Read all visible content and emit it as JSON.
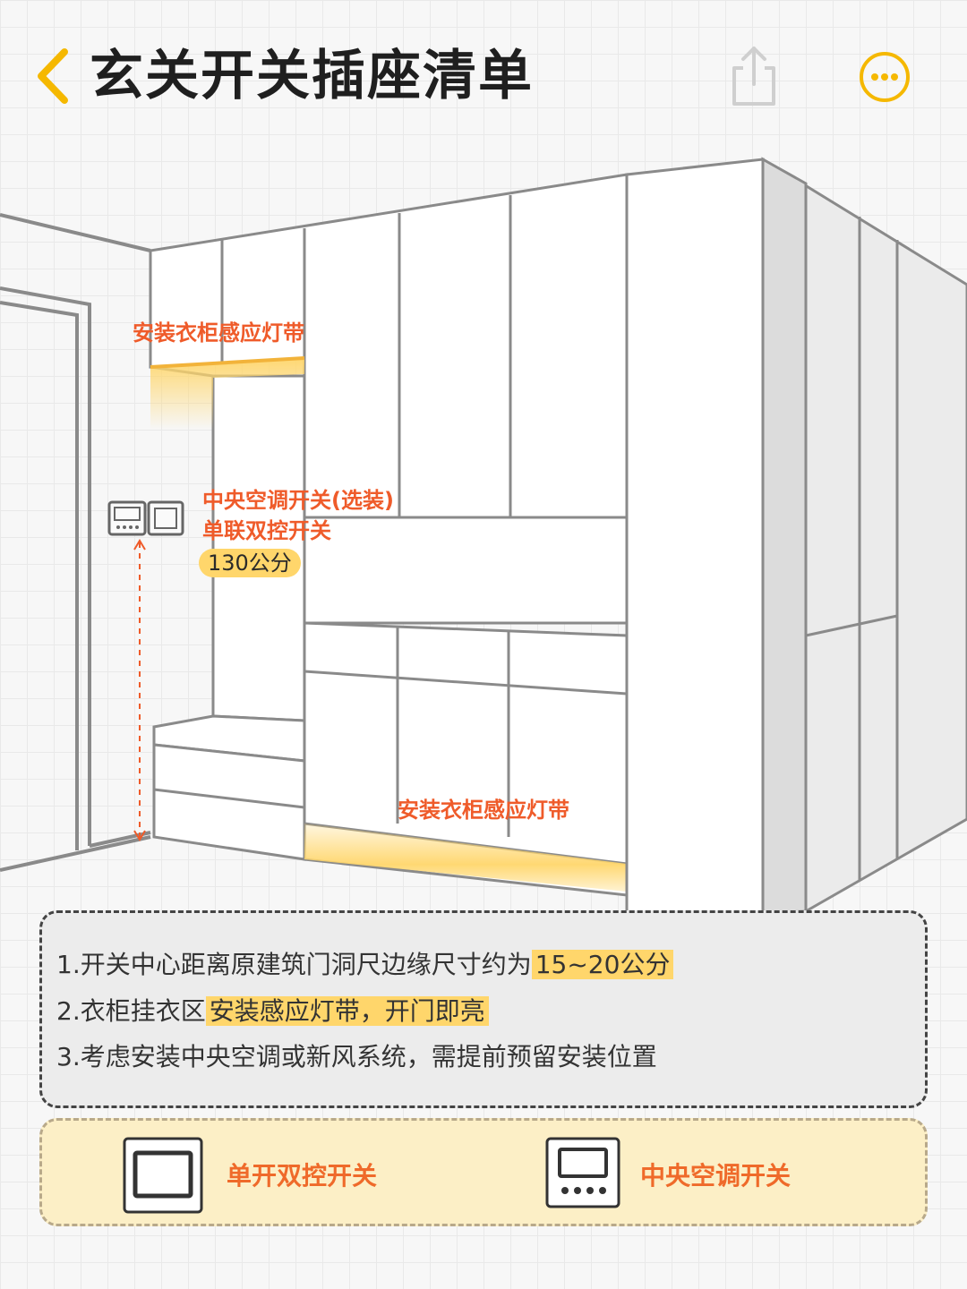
{
  "header": {
    "title": "玄关开关插座清单"
  },
  "diagram": {
    "label_strip_top": "安装衣柜感应灯带",
    "label_ac_switch": "中央空调开关(选装)",
    "label_dual_switch": "单联双控开关",
    "height_badge": "130公分",
    "label_strip_bottom": "安装衣柜感应灯带"
  },
  "notes": {
    "item1_text": "1.开关中心距离原建筑门洞尺边缘尺寸约为",
    "item1_highlight": "15~20公分",
    "item2_text": "2.衣柜挂衣区",
    "item2_highlight": "安装感应灯带，开门即亮",
    "item3_text": "3.考虑安装中央空调或新风系统，需提前预留安装位置"
  },
  "legend": {
    "item1_label": "单开双控开关",
    "item2_label": "中央空调开关"
  },
  "colors": {
    "accent": "#f5b800",
    "label_red": "#ef5b2a",
    "highlight": "#ffd66b",
    "legend_bg": "#fcefc6"
  }
}
